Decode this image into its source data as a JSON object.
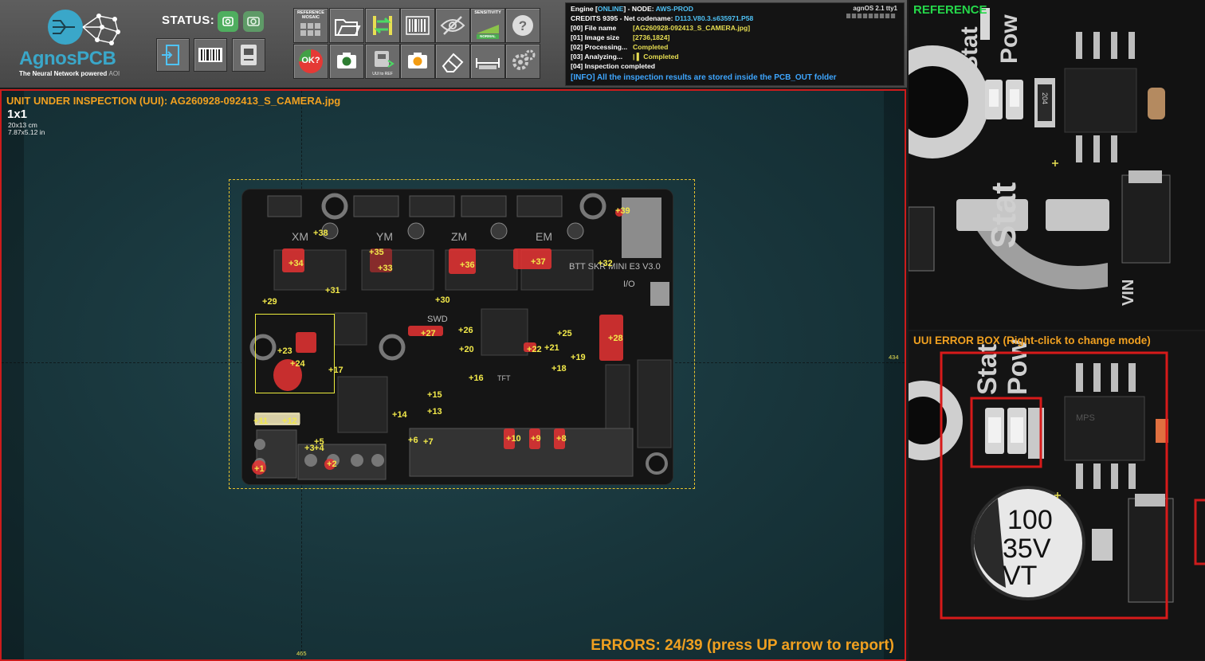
{
  "logo": {
    "brand": "AgnosPCB",
    "tagline": "The Neural Network powered",
    "tagline_suffix": "AOI"
  },
  "status": {
    "label": "STATUS:"
  },
  "toolbar": {
    "reference_mosaic_label": "REFERENCE MOSAIC",
    "sensitivity_label": "SENSITIVITY",
    "sensitivity_value": "NORMAL",
    "ok_label": "OK?",
    "uui_to_ref_label": "UUI to REF"
  },
  "console": {
    "engine_prefix": "Engine [",
    "engine_state": "ONLINE",
    "engine_mid": "] - NODE: ",
    "node": "AWS-PROD",
    "credits_prefix": "CREDITS 9395 - Net codename: ",
    "codename": "D113.V80.3.s635971.P58",
    "lines": [
      {
        "key": "[00] File name",
        "val": "[AG260928-092413_S_CAMERA.jpg]"
      },
      {
        "key": "[01] Image size",
        "val": "[2736,1824]"
      },
      {
        "key": "[02] Processing...",
        "val": "Completed"
      },
      {
        "key": "[03] Analyzing...",
        "val": "| ▌ Completed"
      },
      {
        "key": "[04] Inspection completed",
        "val": ""
      }
    ],
    "version": "agnOS 2.1 tty1",
    "info": "[INFO] All the inspection results are stored inside the PCB_OUT folder"
  },
  "main": {
    "title": "UNIT UNDER INSPECTION (UUI): AG260928-092413_S_CAMERA.jpg",
    "scale": "1x1",
    "dim_cm": "20x13 cm",
    "dim_in": "7.87x5.12 in",
    "crosshair_y": "434",
    "crosshair_x": "465",
    "errors": "ERRORS: 24/39 (press UP arrow to report)"
  },
  "markers": [
    "1",
    "2",
    "3",
    "4",
    "5",
    "6",
    "7",
    "8",
    "9",
    "10",
    "11",
    "12",
    "13",
    "14",
    "15",
    "16",
    "17",
    "18",
    "19",
    "20",
    "21",
    "22",
    "23",
    "24",
    "25",
    "26",
    "27",
    "28",
    "29",
    "30",
    "31",
    "32",
    "33",
    "34",
    "35",
    "36",
    "37",
    "38",
    "39"
  ],
  "board_text": {
    "model": "BTT SKR MINI E3 V3.0",
    "io": "I/O",
    "swd": "SWD",
    "tft": "TFT",
    "axes": [
      "XM",
      "YM",
      "ZM",
      "EM"
    ]
  },
  "reference": {
    "title": "REFERENCE",
    "silk_top": "Stat",
    "silk_pow": "Pow",
    "res": "204",
    "vin": "VIN"
  },
  "uui_error_box": {
    "title": "UUI ERROR BOX (Right-click to change mode)",
    "cap_line1": "100",
    "cap_line2": "35V",
    "cap_line3": "VT",
    "chip_text": "MPS"
  },
  "colors": {
    "accent_red": "#cc1c1c",
    "accent_orange": "#f0a020",
    "accent_green": "#25d84a",
    "marker_yellow": "#f2e94a",
    "info_blue": "#3ea6ff"
  }
}
